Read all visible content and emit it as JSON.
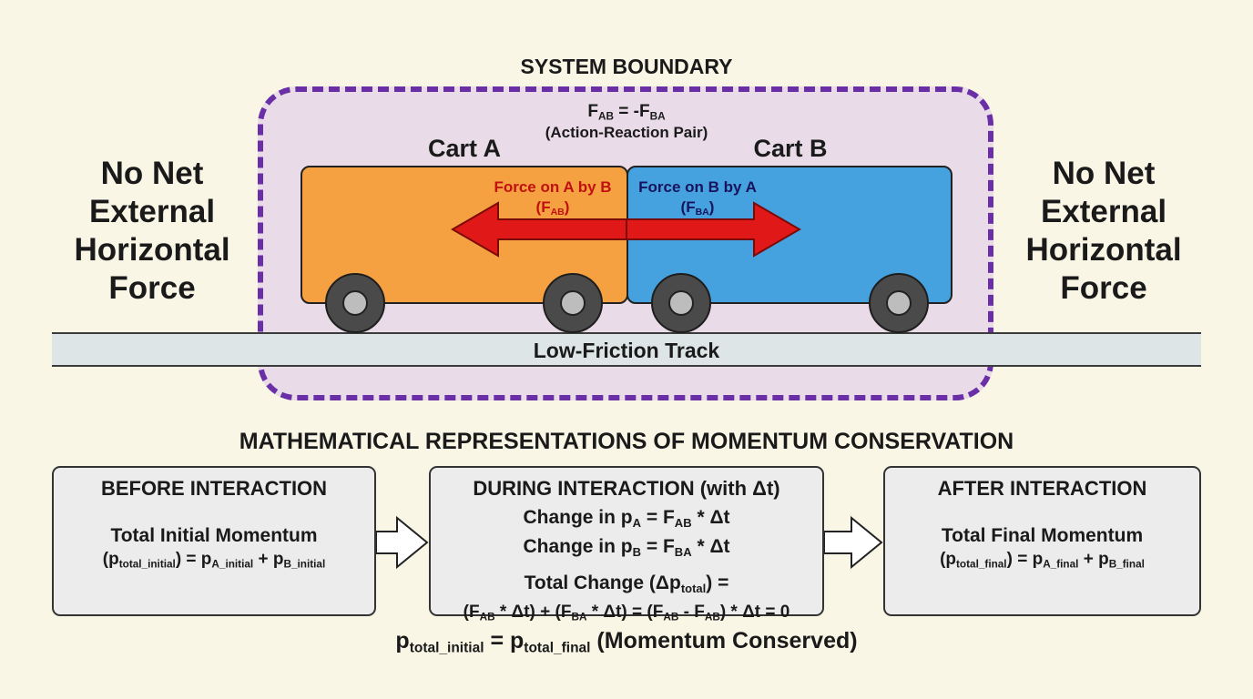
{
  "system": {
    "title": "SYSTEM BOUNDARY",
    "force_pair_eq": {
      "lhs_main": "F",
      "lhs_sub": "AB",
      "mid": " = -F",
      "rhs_sub": "BA"
    },
    "force_pair_note": "(Action-Reaction Pair)"
  },
  "side_label_left": [
    "No Net",
    "External",
    "Horizontal",
    "Force"
  ],
  "side_label_right": [
    "No Net",
    "External",
    "Horizontal",
    "Force"
  ],
  "cart_a": {
    "label": "Cart A",
    "force_label": "Force on A by B",
    "force_symbol": {
      "main": "(F",
      "sub": "AB",
      "end": ")"
    }
  },
  "cart_b": {
    "label": "Cart B",
    "force_label": "Force on B by A",
    "force_symbol": {
      "main": "(F",
      "sub": "BA",
      "end": ")"
    }
  },
  "track_label": "Low-Friction Track",
  "math_title": "MATHEMATICAL REPRESENTATIONS OF MOMENTUM CONSERVATION",
  "before": {
    "title": "BEFORE INTERACTION",
    "heading": "Total Initial Momentum",
    "eq": {
      "a": "(p",
      "a_sub": "total_initial",
      "b": ") = p",
      "b_sub": "A_initial",
      "c": " + p",
      "c_sub": "B_initial"
    }
  },
  "during": {
    "title": "DURING INTERACTION (with Δt)",
    "line1": {
      "a": "Change in p",
      "a_sub": "A",
      "b": " = F",
      "b_sub": "AB",
      "c": " * Δt"
    },
    "line2": {
      "a": "Change in p",
      "a_sub": "B",
      "b": " = F",
      "b_sub": "BA",
      "c": " * Δt"
    },
    "line3": {
      "a": "Total Change (Δp",
      "a_sub": "total",
      "b": ") ="
    },
    "line4": {
      "a": "(F",
      "a_sub": "AB",
      "b": " * Δt) + (F",
      "b_sub": "BA",
      "c": " * Δt) = (F",
      "c_sub": "AB",
      "d": " - F",
      "d_sub": "AB",
      "e": ") * Δt = 0"
    }
  },
  "after": {
    "title": "AFTER INTERACTION",
    "heading": "Total Final Momentum",
    "eq": {
      "a": "(p",
      "a_sub": "total_final",
      "b": ") = p",
      "b_sub": "A_final",
      "c": " + p",
      "c_sub": "B_final"
    }
  },
  "conclusion": {
    "a": "p",
    "a_sub": "total_initial",
    "b": " = p",
    "b_sub": "total_final",
    "c": " (Momentum Conserved)"
  },
  "colors": {
    "background": "#faf6e6",
    "boundary": "#6a2fa6",
    "cart_a": "#f5a142",
    "cart_b": "#45a2de",
    "force_arrow": "#e01818",
    "force_a_text": "#c01010",
    "force_b_text": "#17135e"
  }
}
